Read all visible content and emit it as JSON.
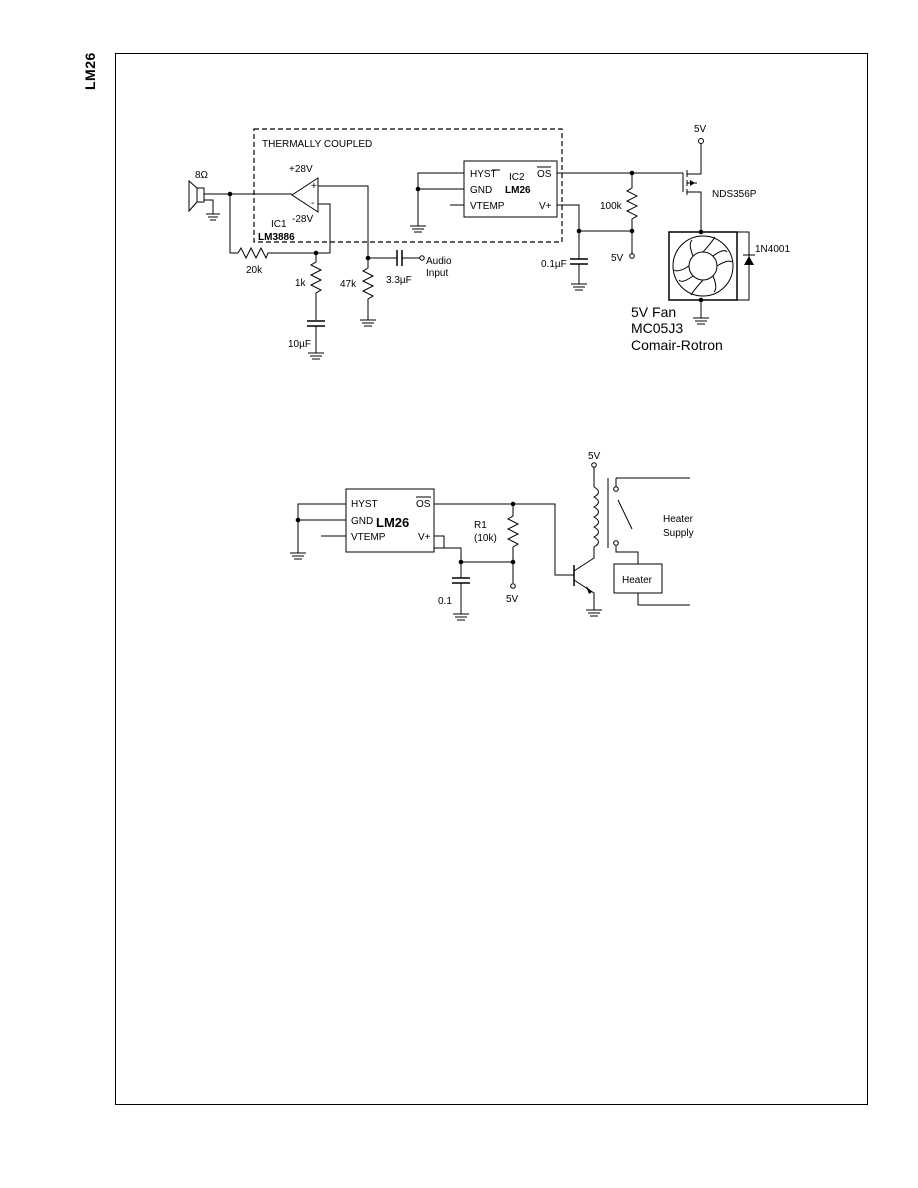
{
  "page_label": "LM26",
  "circuit1": {
    "thermal_box_label": "THERMALLY COUPLED",
    "speaker_label": "8Ω",
    "amp_plus_supply": "+28V",
    "amp_minus_supply": "-28V",
    "amp_ref": "IC1",
    "amp_part": "LM3886",
    "amp_plus_sign": "+",
    "amp_minus_sign": "-",
    "r_feedback": "20k",
    "r_1k": "1k",
    "c_10uf": "10µF",
    "r_47k": "47k",
    "c_3_3uf": "3.3µF",
    "audio_input_line1": "Audio",
    "audio_input_line2": "Input",
    "ic2_ref": "IC2",
    "ic2_part": "LM26",
    "pin_hyst": "HYST",
    "pin_gnd": "GND",
    "pin_vtemp": "VTEMP",
    "pin_os": "OS",
    "pin_vplus": "V+",
    "r_100k": "100k",
    "c_0_1uf": "0.1µF",
    "supply_5v_a": "5V",
    "supply_5v_b": "5V",
    "mosfet_part": "NDS356P",
    "diode_part": "1N4001",
    "fan_line1": "5V Fan",
    "fan_line2": "MC05J3",
    "fan_line3": "Comair-Rotron"
  },
  "circuit2": {
    "ic_part": "LM26",
    "pin_hyst": "HYST",
    "pin_gnd": "GND",
    "pin_vtemp": "VTEMP",
    "pin_os": "OS",
    "pin_vplus": "V+",
    "r1_name": "R1",
    "r1_value": "(10k)",
    "c_value": "0.1",
    "supply_5v_a": "5V",
    "supply_5v_b": "5V",
    "heater_supply_line1": "Heater",
    "heater_supply_line2": "Supply",
    "heater_label": "Heater"
  }
}
